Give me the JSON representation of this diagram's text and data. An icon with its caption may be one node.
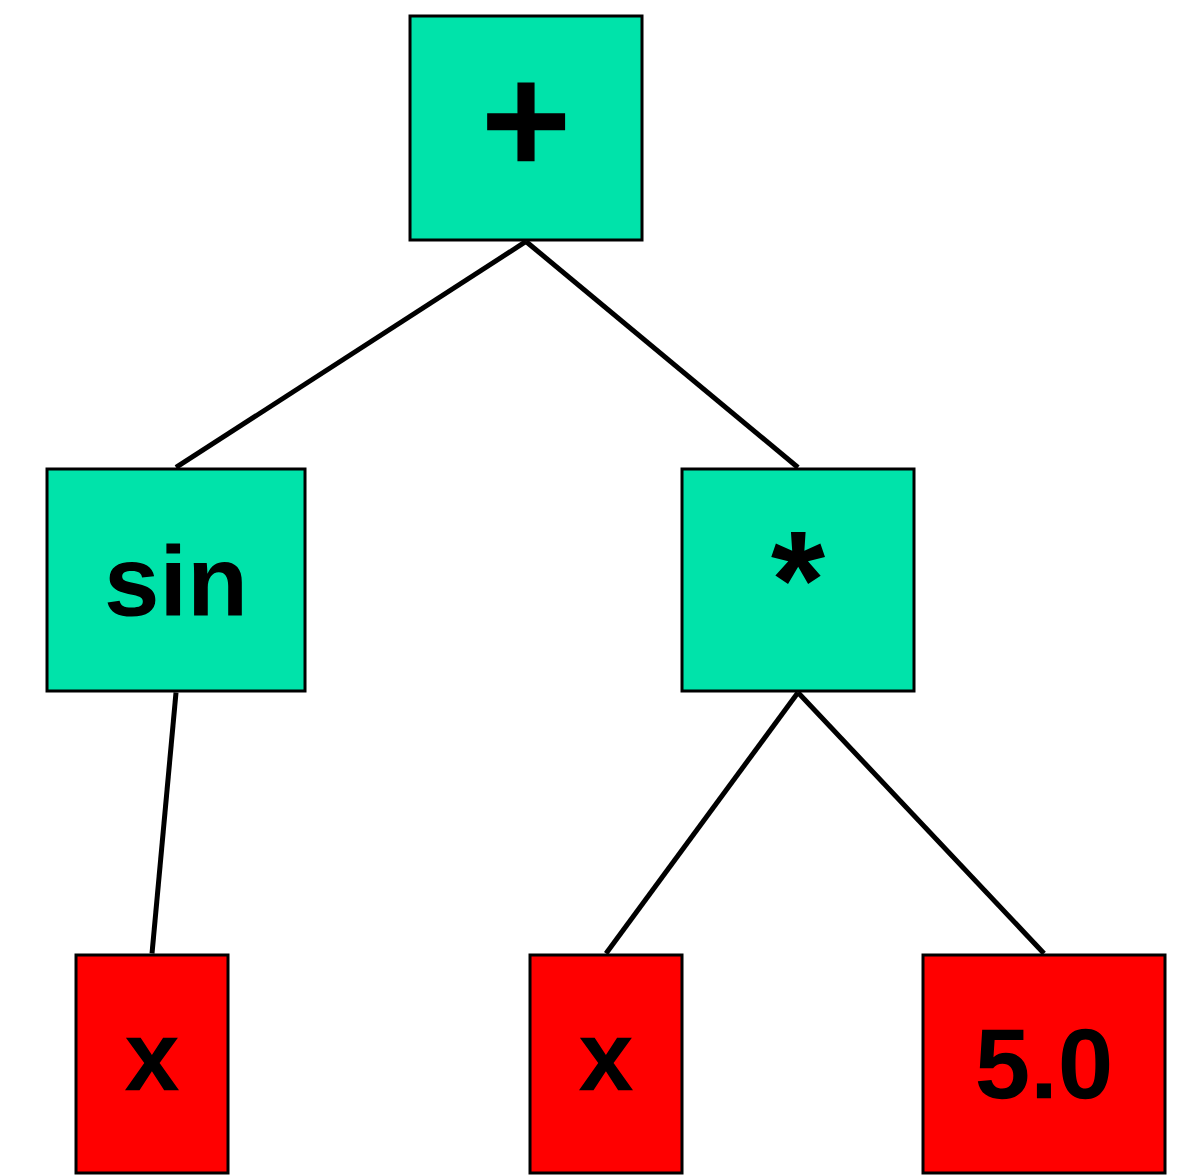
{
  "diagram": {
    "nodes": [
      {
        "text": [
          "+"
        ]
      },
      {
        "text": [
          "sin"
        ]
      },
      {
        "text": [
          "*"
        ]
      },
      {
        "text": [
          "x"
        ]
      },
      {
        "text": [
          "x"
        ]
      },
      {
        "text": [
          "5.0"
        ]
      }
    ],
    "edges": [
      {
        "from": 0,
        "to": 1,
        "arrow": "none"
      },
      {
        "from": 0,
        "to": 2,
        "arrow": "none"
      },
      {
        "from": 1,
        "to": 3,
        "arrow": "none"
      },
      {
        "from": 2,
        "to": 4,
        "arrow": "none"
      },
      {
        "from": 2,
        "to": 5,
        "arrow": "none"
      }
    ]
  }
}
